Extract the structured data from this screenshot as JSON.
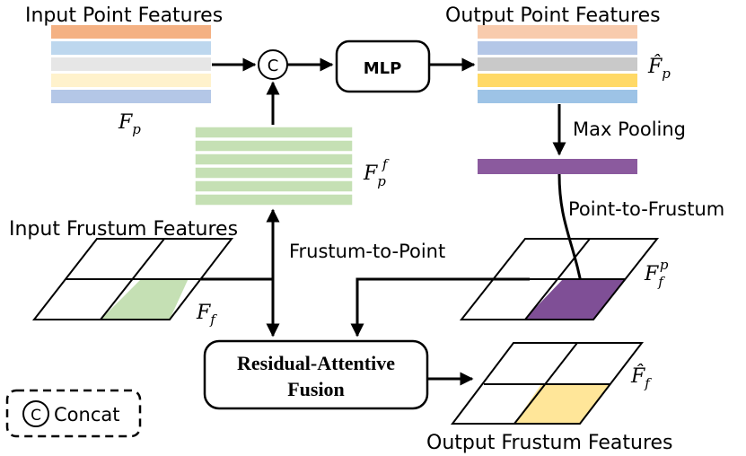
{
  "labels": {
    "input_point_features": "Input Point Features",
    "output_point_features": "Output Point Features",
    "input_frustum_features": "Input Frustum Features",
    "output_frustum_features": "Output Frustum Features",
    "max_pooling": "Max Pooling",
    "point_to_frustum": "Point-to-Frustum",
    "frustum_to_point": "Frustum-to-Point",
    "mlp": "MLP",
    "fusion_line1": "Residual-Attentive",
    "fusion_line2": "Fusion",
    "concat_symbol": "C",
    "legend_concat": "Concat"
  },
  "math": {
    "fp": {
      "base": "F",
      "sub": "p"
    },
    "fp_hat": {
      "base": "F̂",
      "sub": "p"
    },
    "fpf": {
      "base": "F",
      "sub": "p",
      "sup": "f"
    },
    "ff": {
      "base": "F",
      "sub": "f"
    },
    "ffp": {
      "base": "F",
      "sub": "f",
      "sup": "p"
    },
    "ff_hat": {
      "base": "F̂",
      "sub": "f"
    }
  },
  "colors": {
    "input_point_bands": [
      "#f4b183",
      "#bdd7ee",
      "#e6e6e6",
      "#fff2cc",
      "#b4c7e7"
    ],
    "output_point_bands": [
      "#f8cbad",
      "#b4c7e7",
      "#c9c9c9",
      "#ffd966",
      "#9dc3e6"
    ],
    "fused_bands": "#c5e0b4",
    "pooled_bar": "#8b5a9e",
    "input_frustum_cell": "#c5e0b4",
    "pooled_frustum_cell": "#7f4f96",
    "output_frustum_cell": "#ffe699"
  }
}
